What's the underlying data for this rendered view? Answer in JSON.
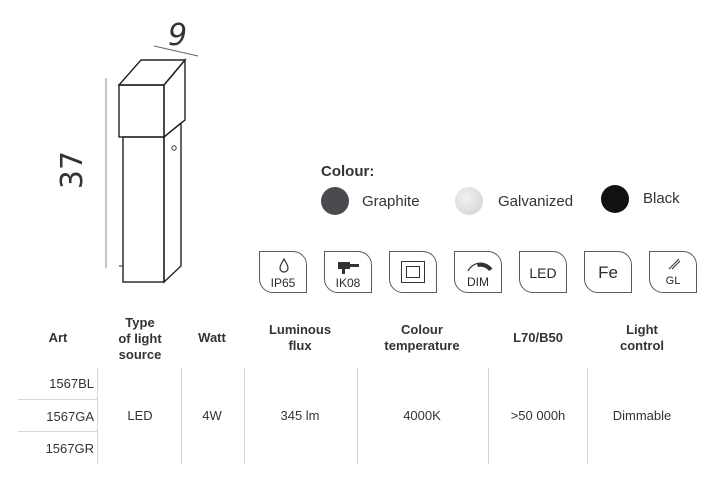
{
  "dimensions": {
    "width": "9",
    "height": "37"
  },
  "colour": {
    "title": "Colour:",
    "options": [
      {
        "label": "Graphite",
        "color": "#4a4b50"
      },
      {
        "label": "Galvanized",
        "color": "#d8d8d8"
      },
      {
        "label": "Black",
        "color": "#111111"
      }
    ]
  },
  "icons": [
    {
      "name": "ip65-icon",
      "label": "IP65"
    },
    {
      "name": "ik08-icon",
      "label": "IK08"
    },
    {
      "name": "class-ii-icon",
      "label": ""
    },
    {
      "name": "dim-icon",
      "label": "DIM"
    },
    {
      "name": "led-icon",
      "label": "LED"
    },
    {
      "name": "fe-icon",
      "label": "Fe"
    },
    {
      "name": "gl-icon",
      "label": "GL"
    }
  ],
  "table": {
    "headers": {
      "art": "Art",
      "type": [
        "Type",
        "of light",
        "source"
      ],
      "watt": "Watt",
      "flux": [
        "Luminous",
        "flux"
      ],
      "temp": [
        "Colour",
        "temperature"
      ],
      "life": "L70/B50",
      "control": [
        "Light",
        "control"
      ]
    },
    "articles": [
      "1567BL",
      "1567GA",
      "1567GR"
    ],
    "values": {
      "type": "LED",
      "watt": "4W",
      "flux": "345 lm",
      "temp": "4000K",
      "life": ">50 000h",
      "control": "Dimmable"
    }
  }
}
